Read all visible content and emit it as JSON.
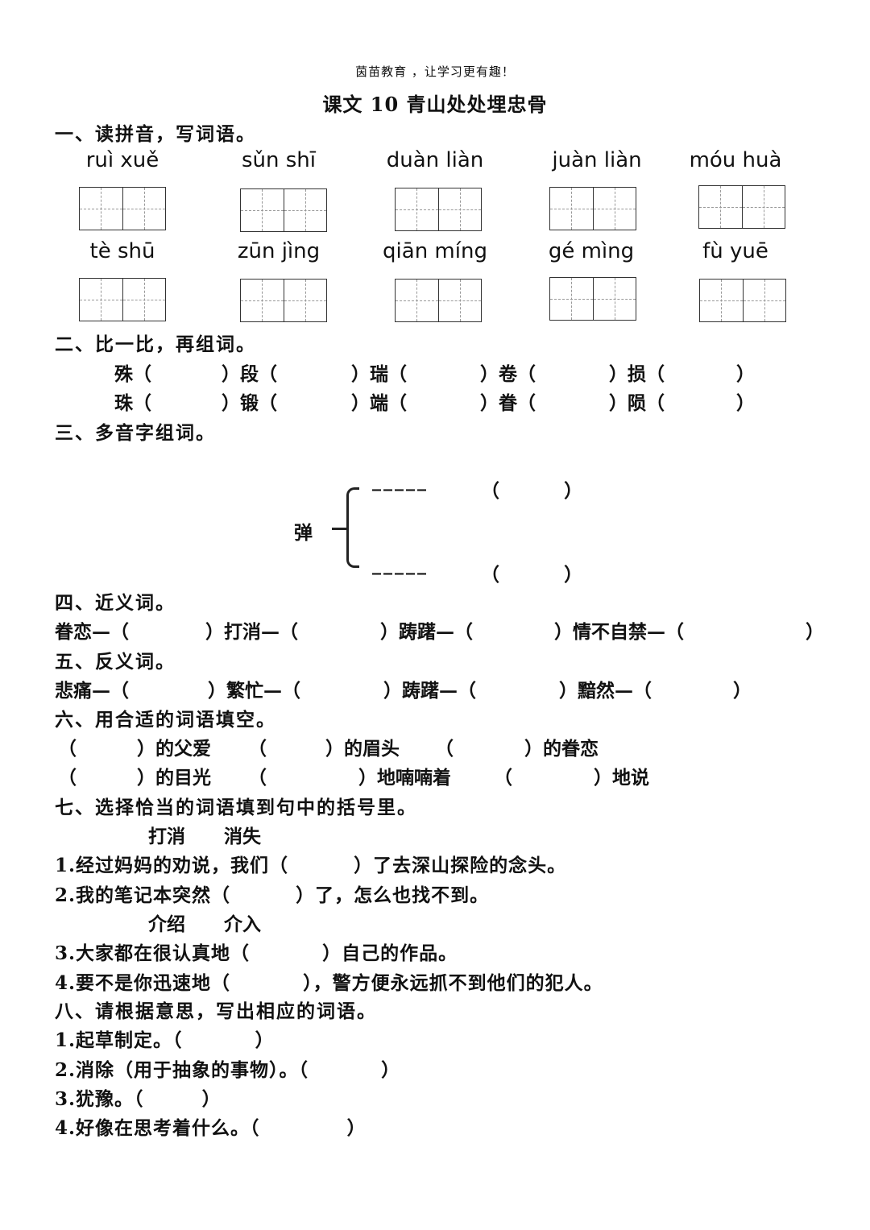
{
  "header": "茵苗教育 ，让学习更有趣！",
  "title": "课文 10 青山处处埋忠骨",
  "section1": {
    "heading": "一、读拼音，写词语。",
    "row1": [
      "ruì xuě",
      "sǔn shī",
      "duàn liàn",
      "juàn liàn",
      "móu huà"
    ],
    "row2": [
      "tè shū",
      "zūn jìng",
      "qiān míng",
      "gé mìng",
      "fù yuē"
    ]
  },
  "section2": {
    "heading": "二、比一比，再组词。",
    "row1": [
      "殊（",
      "）段（",
      "）瑞（",
      "）卷（",
      "）损（",
      "）"
    ],
    "row2": [
      "珠（",
      "）锻（",
      "）端（",
      "）眷（",
      "）陨（",
      "）"
    ]
  },
  "section3": {
    "heading": "三、多音字组词。",
    "char": "弹",
    "blank1": "_____",
    "paren1": "（          ）",
    "blank2": "_____",
    "paren2": "（          ）"
  },
  "section4": {
    "heading": "四、近义词。",
    "line": [
      "眷恋—（",
      "）打消—（",
      "）踌躇—（",
      "）情不自禁—（",
      "）"
    ]
  },
  "section5": {
    "heading": "五、反义词。",
    "line": [
      "悲痛—（",
      "）繁忙—（",
      "）踌躇—（",
      "）黯然—（",
      "）"
    ]
  },
  "section6": {
    "heading": "六、用合适的词语填空。",
    "row1": [
      "（",
      "）的父爱",
      "（",
      "）的眉头",
      "（",
      "）的眷恋"
    ],
    "row2": [
      "（",
      "）的目光",
      "（",
      "）地喃喃着",
      "（",
      "）地说"
    ]
  },
  "section7": {
    "heading": "七、选择恰当的词语填到句中的括号里。",
    "pair1": "打消      消失",
    "q1": "1.经过妈妈的劝说，我们（         ）了去深山探险的念头。",
    "q2": "2.我的笔记本突然（         ）了，怎么也找不到。",
    "pair2": "介绍      介入",
    "q3": "3.大家都在很认真地（          ）自己的作品。",
    "q4": "4.要不是你迅速地（          ），警方便永远抓不到他们的犯人。"
  },
  "section8": {
    "heading": "八、请根据意思，写出相应的词语。",
    "q1": "1.起草制定。（          ）",
    "q2": "2.消除（用于抽象的事物）。（          ）",
    "q3": "3.犹豫。（        ）",
    "q4": "4.好像在思考着什么。（            ）"
  }
}
